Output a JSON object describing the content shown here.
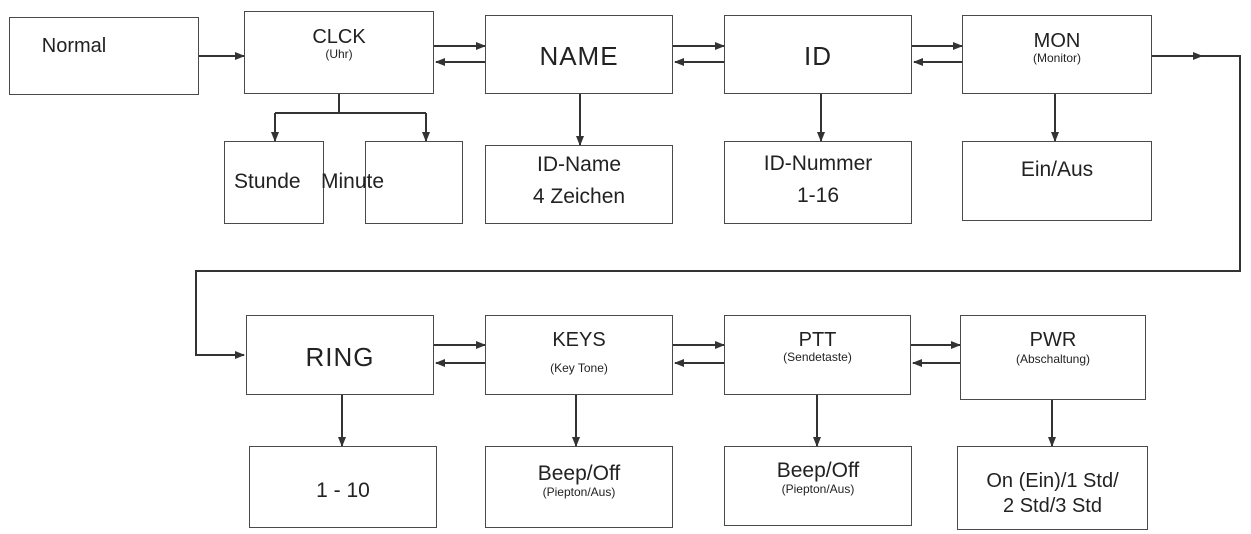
{
  "row1": {
    "normal": {
      "label": "Normal"
    },
    "clck": {
      "label": "CLCK",
      "sub": "(Uhr)"
    },
    "name": {
      "label": "NAME"
    },
    "id": {
      "label": "ID"
    },
    "mon": {
      "label": "MON",
      "sub": "(Monitor)"
    }
  },
  "row1_sub": {
    "stunde": "Stunde",
    "minute": "Minute",
    "id_name": [
      "ID-Name",
      "4 Zeichen"
    ],
    "id_nummer": [
      "ID-Nummer",
      "1-16"
    ],
    "ein_aus": "Ein/Aus"
  },
  "row2": {
    "ring": {
      "label": "RING"
    },
    "keys": {
      "label": "KEYS",
      "sub": "(Key Tone)"
    },
    "ptt": {
      "label": "PTT",
      "sub": "(Sendetaste)"
    },
    "pwr": {
      "label": "PWR",
      "sub": "(Abschaltung)"
    }
  },
  "row2_sub": {
    "ring_range": "1 - 10",
    "keys_beep": {
      "label": "Beep/Off",
      "sub": "(Piepton/Aus)"
    },
    "ptt_beep": {
      "label": "Beep/Off",
      "sub": "(Piepton/Aus)"
    },
    "pwr_options": [
      "On (Ein)/1 Std/",
      "2 Std/3 Std"
    ]
  }
}
